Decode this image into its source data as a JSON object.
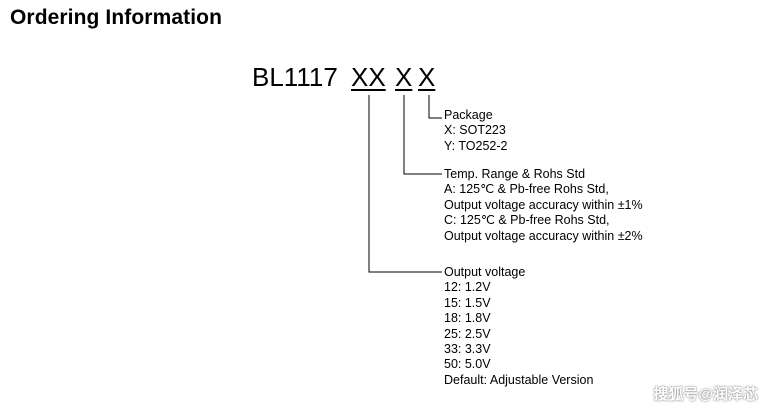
{
  "page": {
    "title": "Ordering Information"
  },
  "part_number": {
    "base": "BL1117",
    "segment_1": "XX",
    "segment_2": "X",
    "segment_3": "X"
  },
  "package": {
    "lines": [
      "Package",
      "X: SOT223",
      "Y: TO252-2"
    ]
  },
  "temp_range": {
    "lines": [
      "Temp. Range & Rohs Std",
      "A: 125℃ & Pb-free Rohs Std,",
      "Output voltage accuracy within ±1%",
      "C: 125℃ & Pb-free Rohs Std,",
      "Output voltage accuracy within ±2%"
    ]
  },
  "output_voltage": {
    "lines": [
      "Output voltage",
      "12: 1.2V",
      "15: 1.5V",
      "18: 1.8V",
      "25: 2.5V",
      "33: 3.3V",
      "50: 5.0V",
      "Default: Adjustable Version"
    ]
  },
  "watermark": {
    "text": "搜狐号@润泽芯"
  }
}
